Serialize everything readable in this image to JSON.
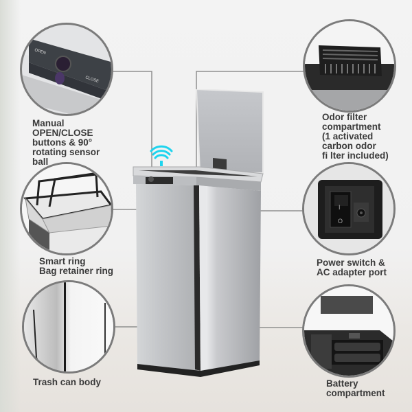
{
  "callouts": {
    "sensor": {
      "label_lines": [
        "Manual",
        "OPEN/CLOSE",
        "buttons & 90°",
        "rotating sensor",
        "ball"
      ],
      "open_text": "OPEN",
      "close_text": "CLOSE"
    },
    "odor_filter": {
      "label_lines": [
        "Odor filter",
        "compartment",
        "(1 activated",
        "carbon odor",
        "fi lter included)"
      ]
    },
    "bag_ring": {
      "label_lines": [
        "Smart ring",
        "Bag retainer ring"
      ]
    },
    "power": {
      "label_lines": [
        "Power switch &",
        "AC adapter port"
      ],
      "switch_on": "I",
      "switch_off": "O"
    },
    "body": {
      "label_lines": [
        "Trash can body"
      ]
    },
    "battery": {
      "label_lines": [
        "Battery",
        "compartment"
      ]
    }
  },
  "colors": {
    "sensor_wave": "#1ed4ee",
    "callout_border": "#7b7b7b",
    "label_text": "#3a3a3a",
    "leader_line": "#8a8a8a"
  }
}
